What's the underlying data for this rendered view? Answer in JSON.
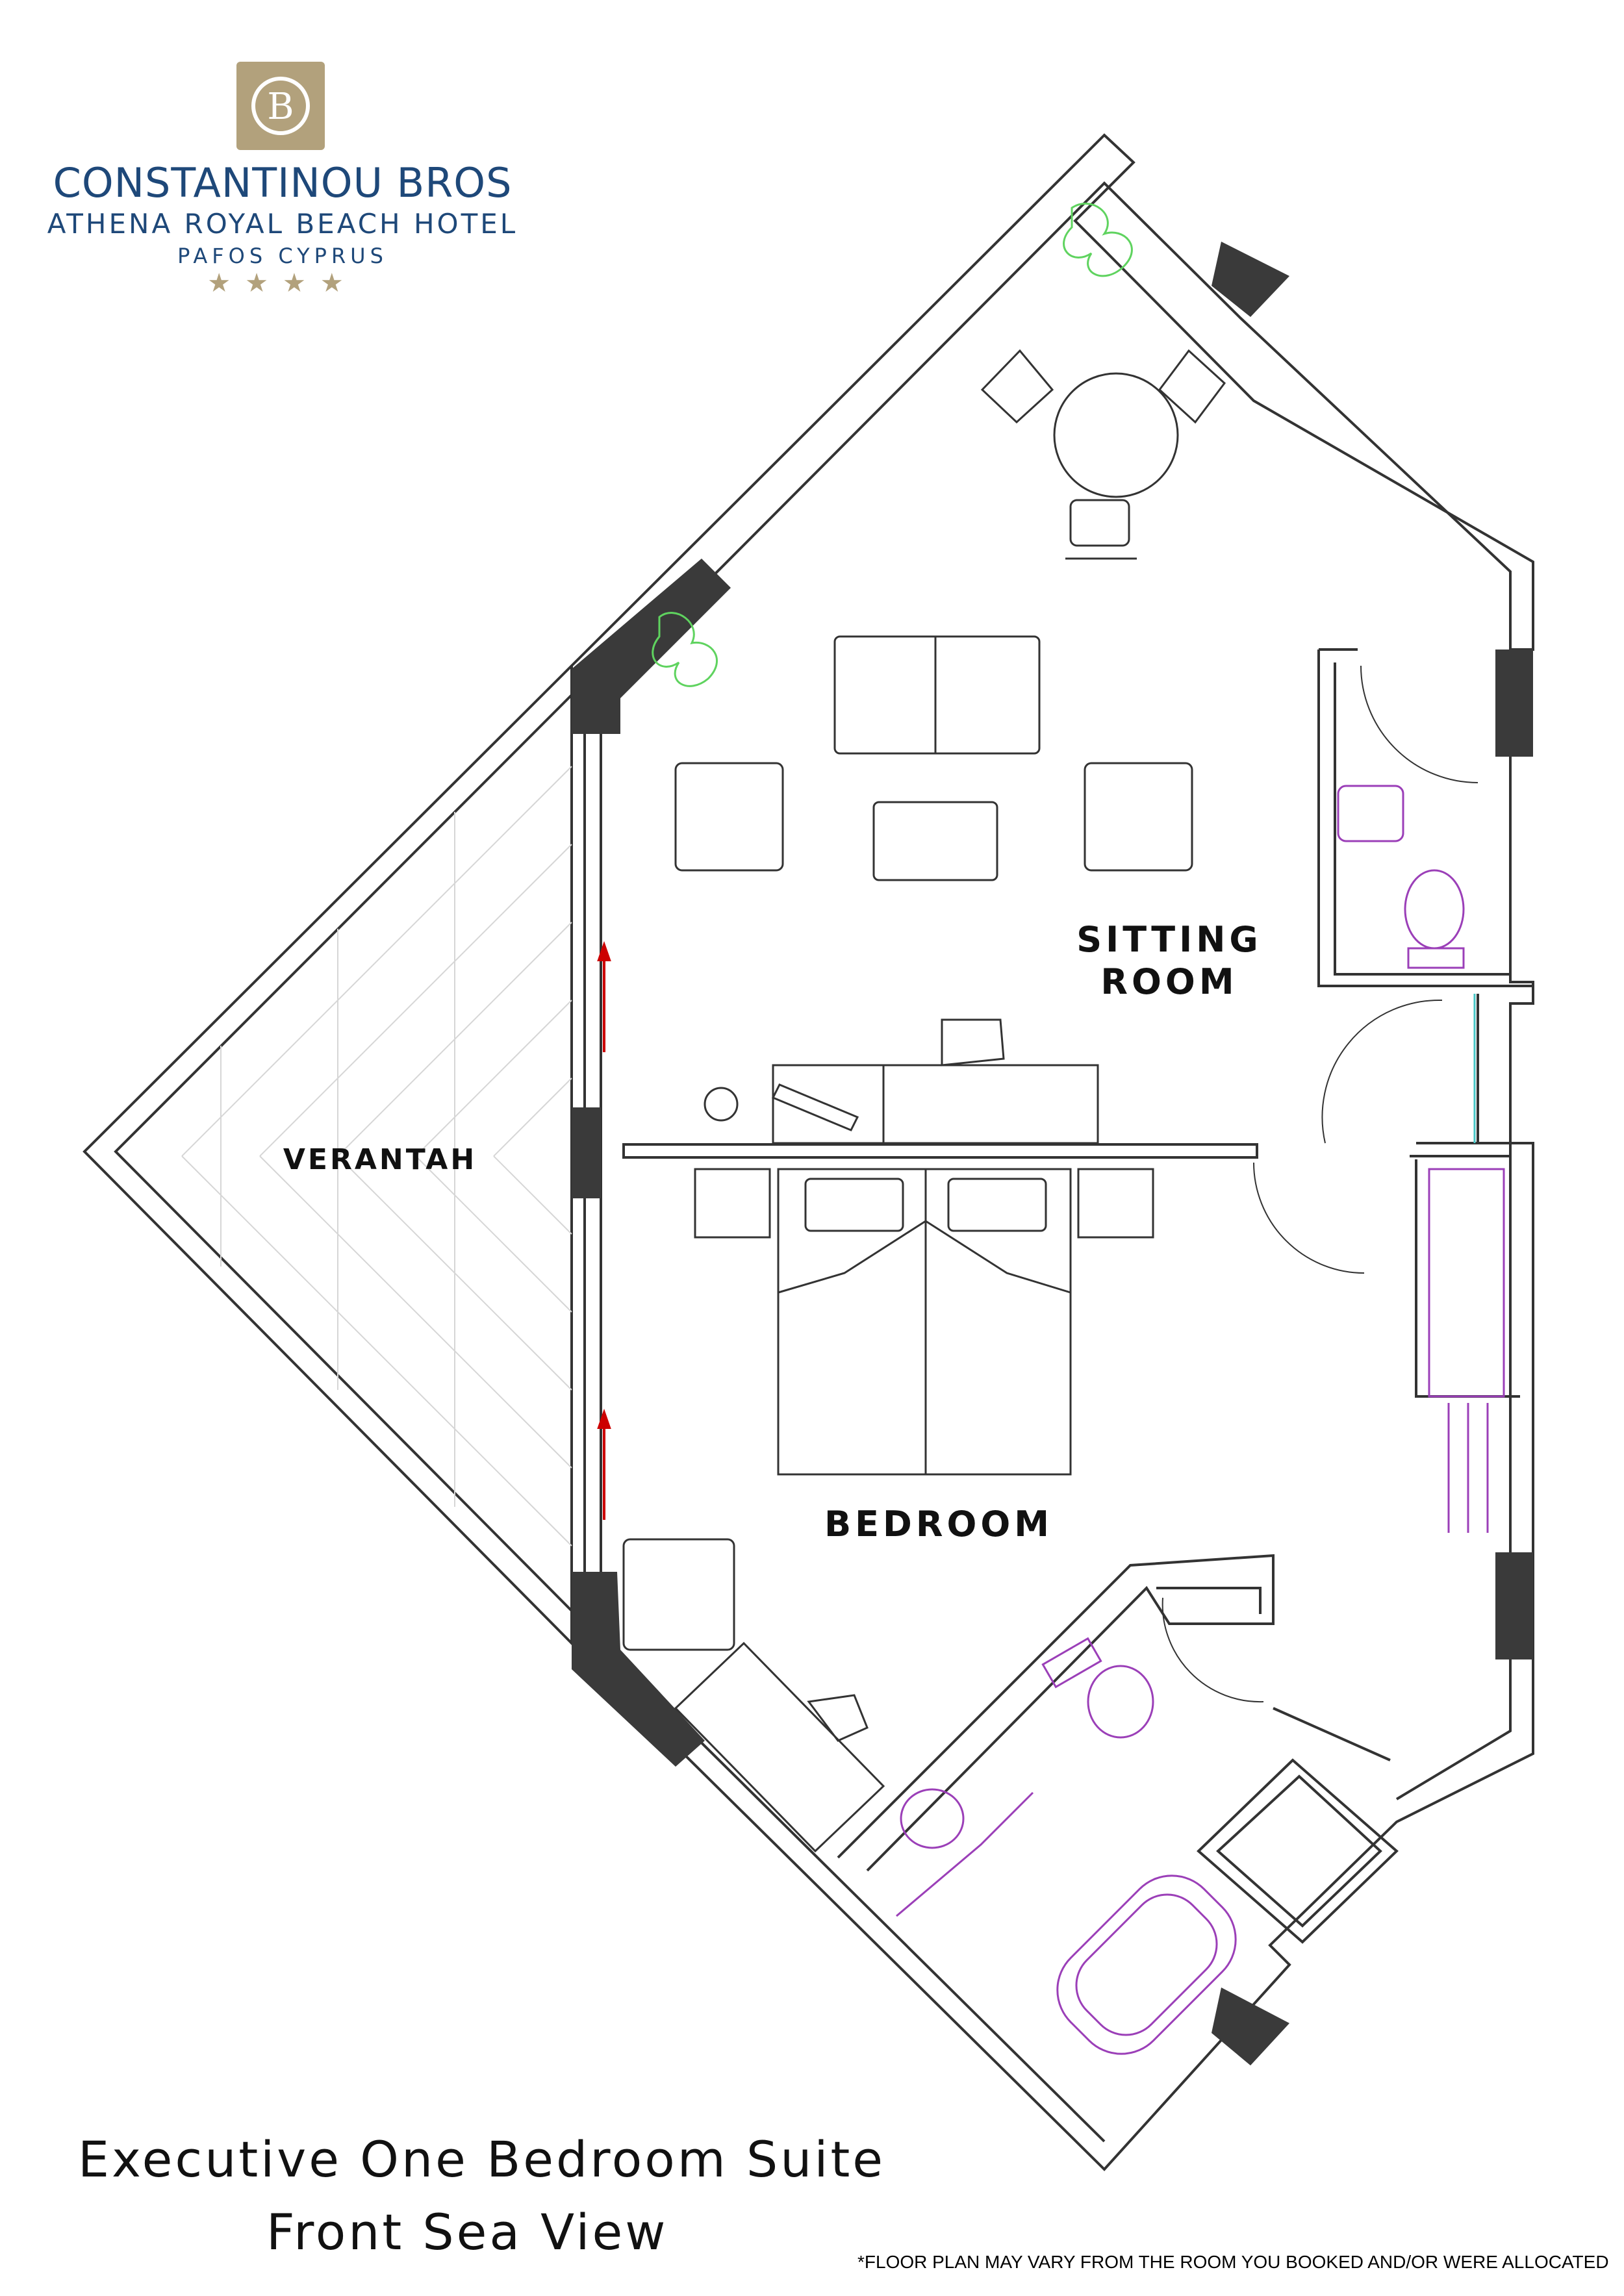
{
  "logo": {
    "brand_line1": "CONSTANTINOU BROS",
    "brand_line2": "ATHENA ROYAL BEACH HOTEL",
    "brand_line3": "PAFOS CYPRUS",
    "stars": "★★★★",
    "badge_color": "#b2a17c",
    "text_color": "#1e4879"
  },
  "rooms": {
    "sitting_line1": "SITTING",
    "sitting_line2": "ROOM",
    "bedroom": "BEDROOM",
    "verandah": "VERANTAH"
  },
  "title": {
    "line1": "Executive One Bedroom Suite",
    "line2": "Front Sea View"
  },
  "disclaimer": "*FLOOR PLAN MAY VARY FROM THE ROOM YOU BOOKED AND/OR WERE ALLOCATED",
  "colors": {
    "wall": "#333333",
    "column": "#3a3a3a",
    "plant": "#5fd35f",
    "sanitary": "#9b3fb8",
    "door_marker": "#cc0000",
    "glass": "#47c6c6"
  }
}
